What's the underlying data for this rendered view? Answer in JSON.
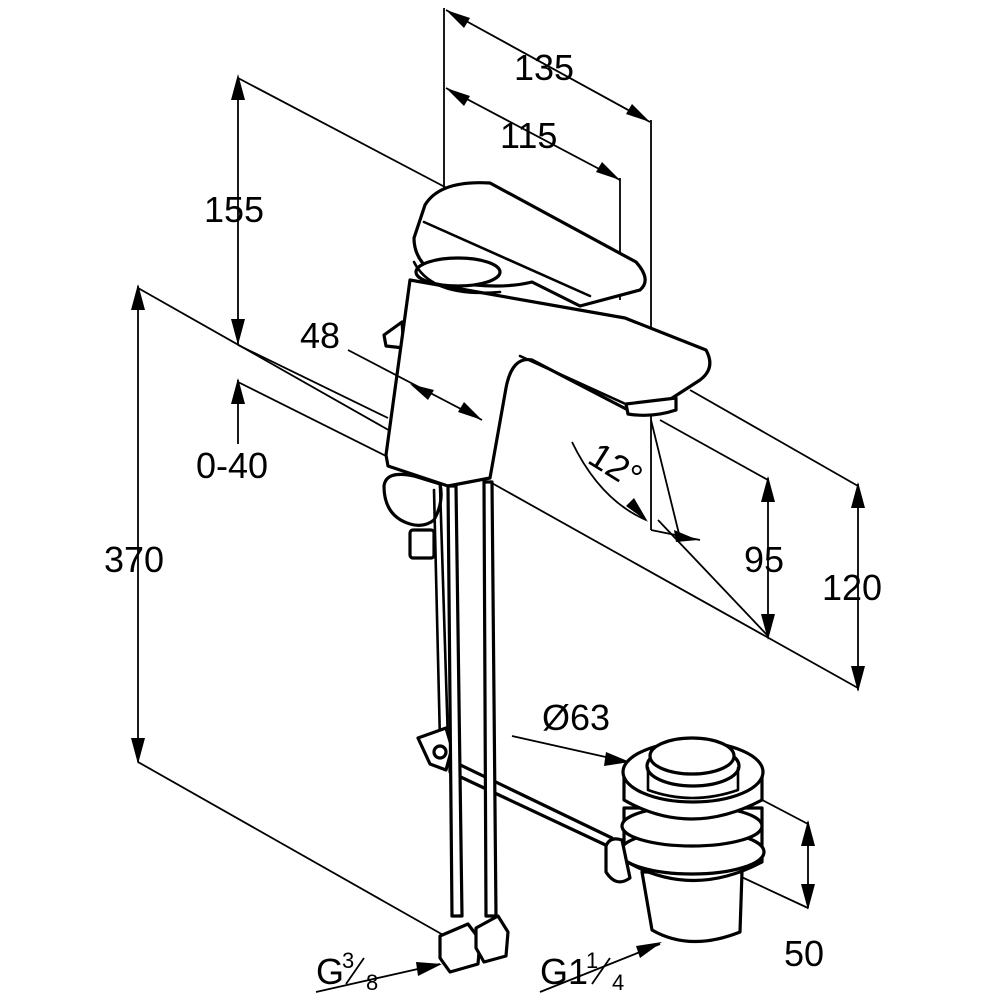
{
  "dimensions": {
    "overall_spout_length": "135",
    "spout_reach": "115",
    "lever_height": "155",
    "lever_depth": "48",
    "pop_up_stroke": "0-40",
    "total_height": "370",
    "spout_angle": "12°",
    "outlet_height": "95",
    "spout_body_height": "120",
    "waste_cap_diameter": "Ø63",
    "waste_height": "50",
    "supply_thread_main": "G",
    "supply_thread_whole": "3",
    "supply_thread_fraction": "8",
    "waste_thread_main": "G1",
    "waste_thread_whole": "1",
    "waste_thread_fraction": "4"
  },
  "colors": {
    "line": "#000000",
    "background": "#ffffff"
  }
}
